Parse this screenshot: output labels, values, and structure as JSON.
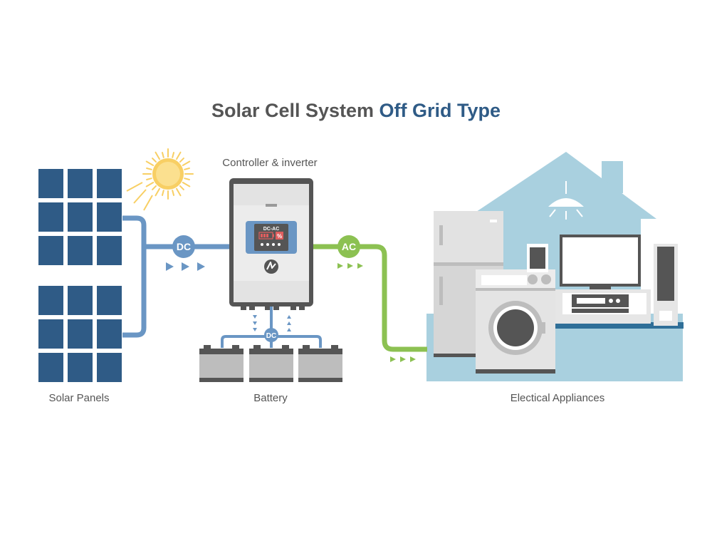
{
  "title": {
    "part1": "Solar Cell System ",
    "part2": "Off Grid Type"
  },
  "labels": {
    "controller": "Controller & inverter",
    "solar_panels": "Solar Panels",
    "battery": "Battery",
    "appliances": "Electical Appliances"
  },
  "badges": {
    "dc_main": "DC",
    "ac": "AC",
    "dc_battery": "DC"
  },
  "display": {
    "mode": "DC-AC",
    "unit": "%"
  },
  "colors": {
    "title_dark": "#555555",
    "title_accent": "#2f5b86",
    "panel": "#2f5b86",
    "dc_line": "#6a96c4",
    "ac_line": "#8cc152",
    "house": "#a9d0df",
    "sun": "#f8cf64",
    "battery_red": "#e05e5e"
  },
  "icons": [
    "sun-icon",
    "lightning-bolt-icon",
    "battery-icon",
    "ceiling-lamp-icon"
  ]
}
